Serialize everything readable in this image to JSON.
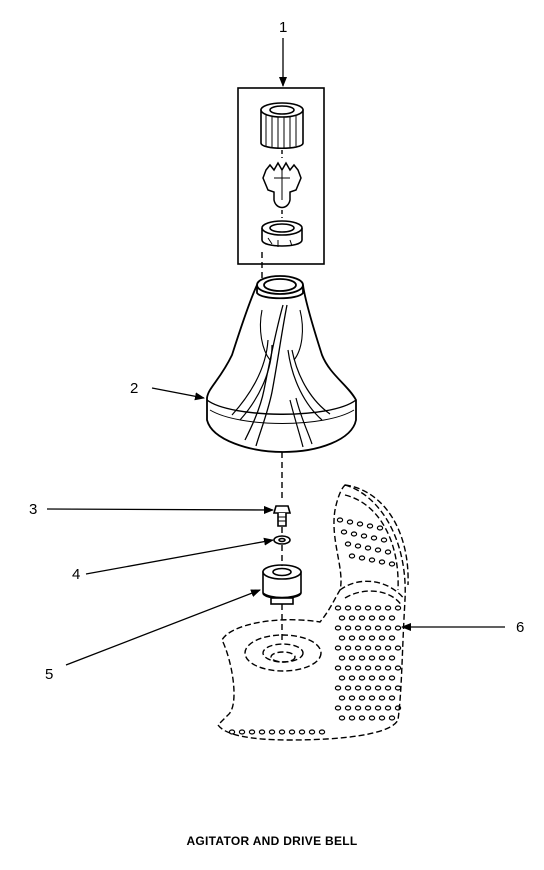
{
  "callouts": [
    {
      "id": "1",
      "label": "1"
    },
    {
      "id": "2",
      "label": "2"
    },
    {
      "id": "3",
      "label": "3"
    },
    {
      "id": "4",
      "label": "4"
    },
    {
      "id": "5",
      "label": "5"
    },
    {
      "id": "6",
      "label": "6"
    }
  ],
  "caption": "AGITATOR AND DRIVE BELL"
}
